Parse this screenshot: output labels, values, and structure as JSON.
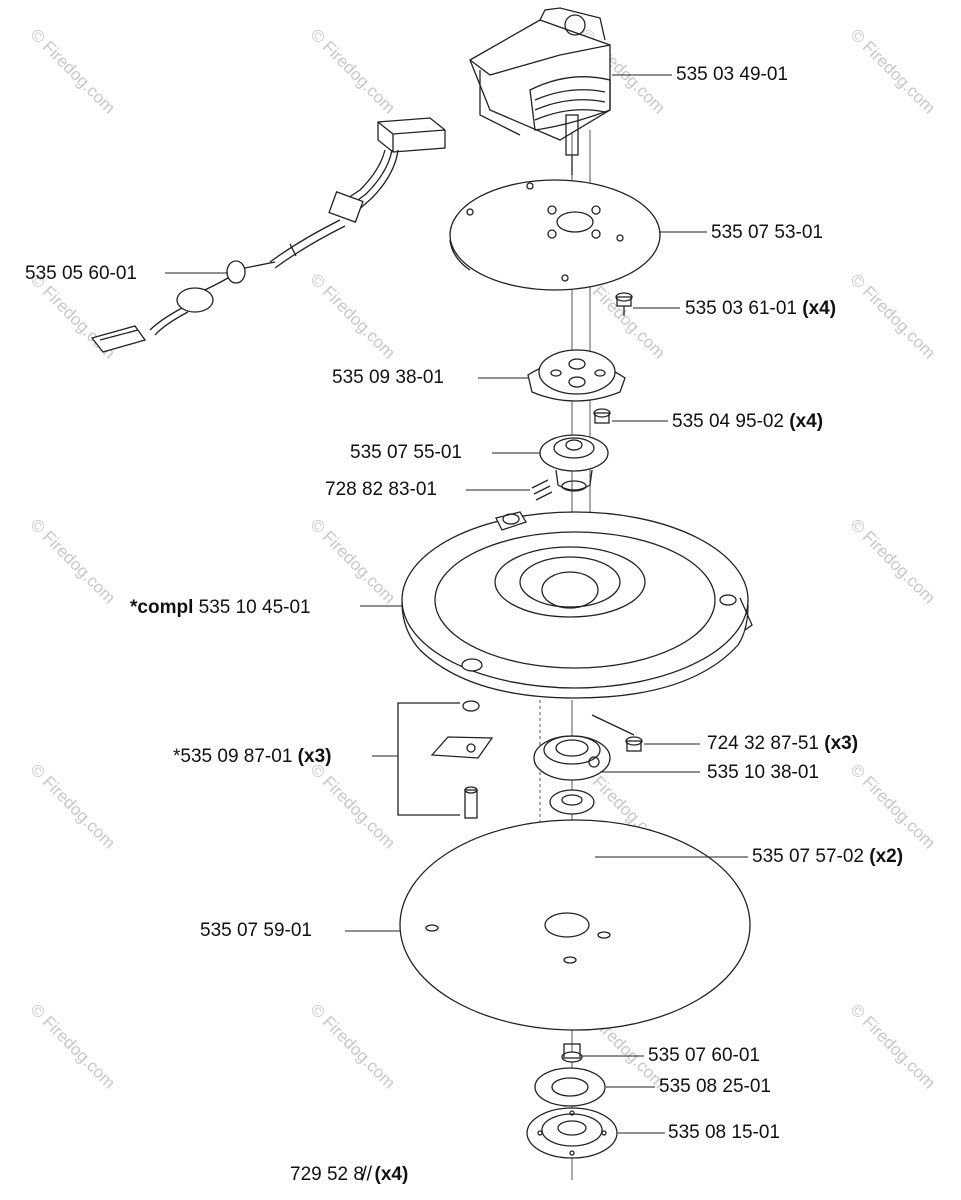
{
  "watermark": "© Firedog.com",
  "parts": [
    {
      "id": "motor",
      "number": "535 03 49-01",
      "qty": ""
    },
    {
      "id": "motor-plate",
      "number": "535 07 53-01",
      "qty": ""
    },
    {
      "id": "plate-screw",
      "number": "535 03 61-01",
      "qty": "(x4)"
    },
    {
      "id": "cable-harness",
      "number": "535 05 60-01",
      "qty": ""
    },
    {
      "id": "hub-cap",
      "number": "535 09 38-01",
      "qty": ""
    },
    {
      "id": "hub-screw",
      "number": "535 04 95-02",
      "qty": "(x4)"
    },
    {
      "id": "hub",
      "number": "535 07 55-01",
      "qty": ""
    },
    {
      "id": "set-screw",
      "number": "728 82 83-01",
      "qty": ""
    },
    {
      "id": "blade-disc",
      "number": "535 10 45-01",
      "qty": "",
      "prefix": "*compl"
    },
    {
      "id": "blade",
      "number": "*535 09 87-01",
      "qty": "(x3)"
    },
    {
      "id": "disc-screw",
      "number": "724 32 87-51",
      "qty": "(x3)"
    },
    {
      "id": "bearing-housing",
      "number": "535 10 38-01",
      "qty": ""
    },
    {
      "id": "bearing",
      "number": "535 07 57-02",
      "qty": "(x2)"
    },
    {
      "id": "skid-plate",
      "number": "535 07 59-01",
      "qty": ""
    },
    {
      "id": "center-bolt",
      "number": "535 07 60-01",
      "qty": ""
    },
    {
      "id": "washer",
      "number": "535 08 25-01",
      "qty": ""
    },
    {
      "id": "bottom-cap",
      "number": "535 08 15-01",
      "qty": ""
    },
    {
      "id": "cap-screw",
      "number": "729 52 8̸̸ ̸̸",
      "qty": "(x4)"
    }
  ]
}
